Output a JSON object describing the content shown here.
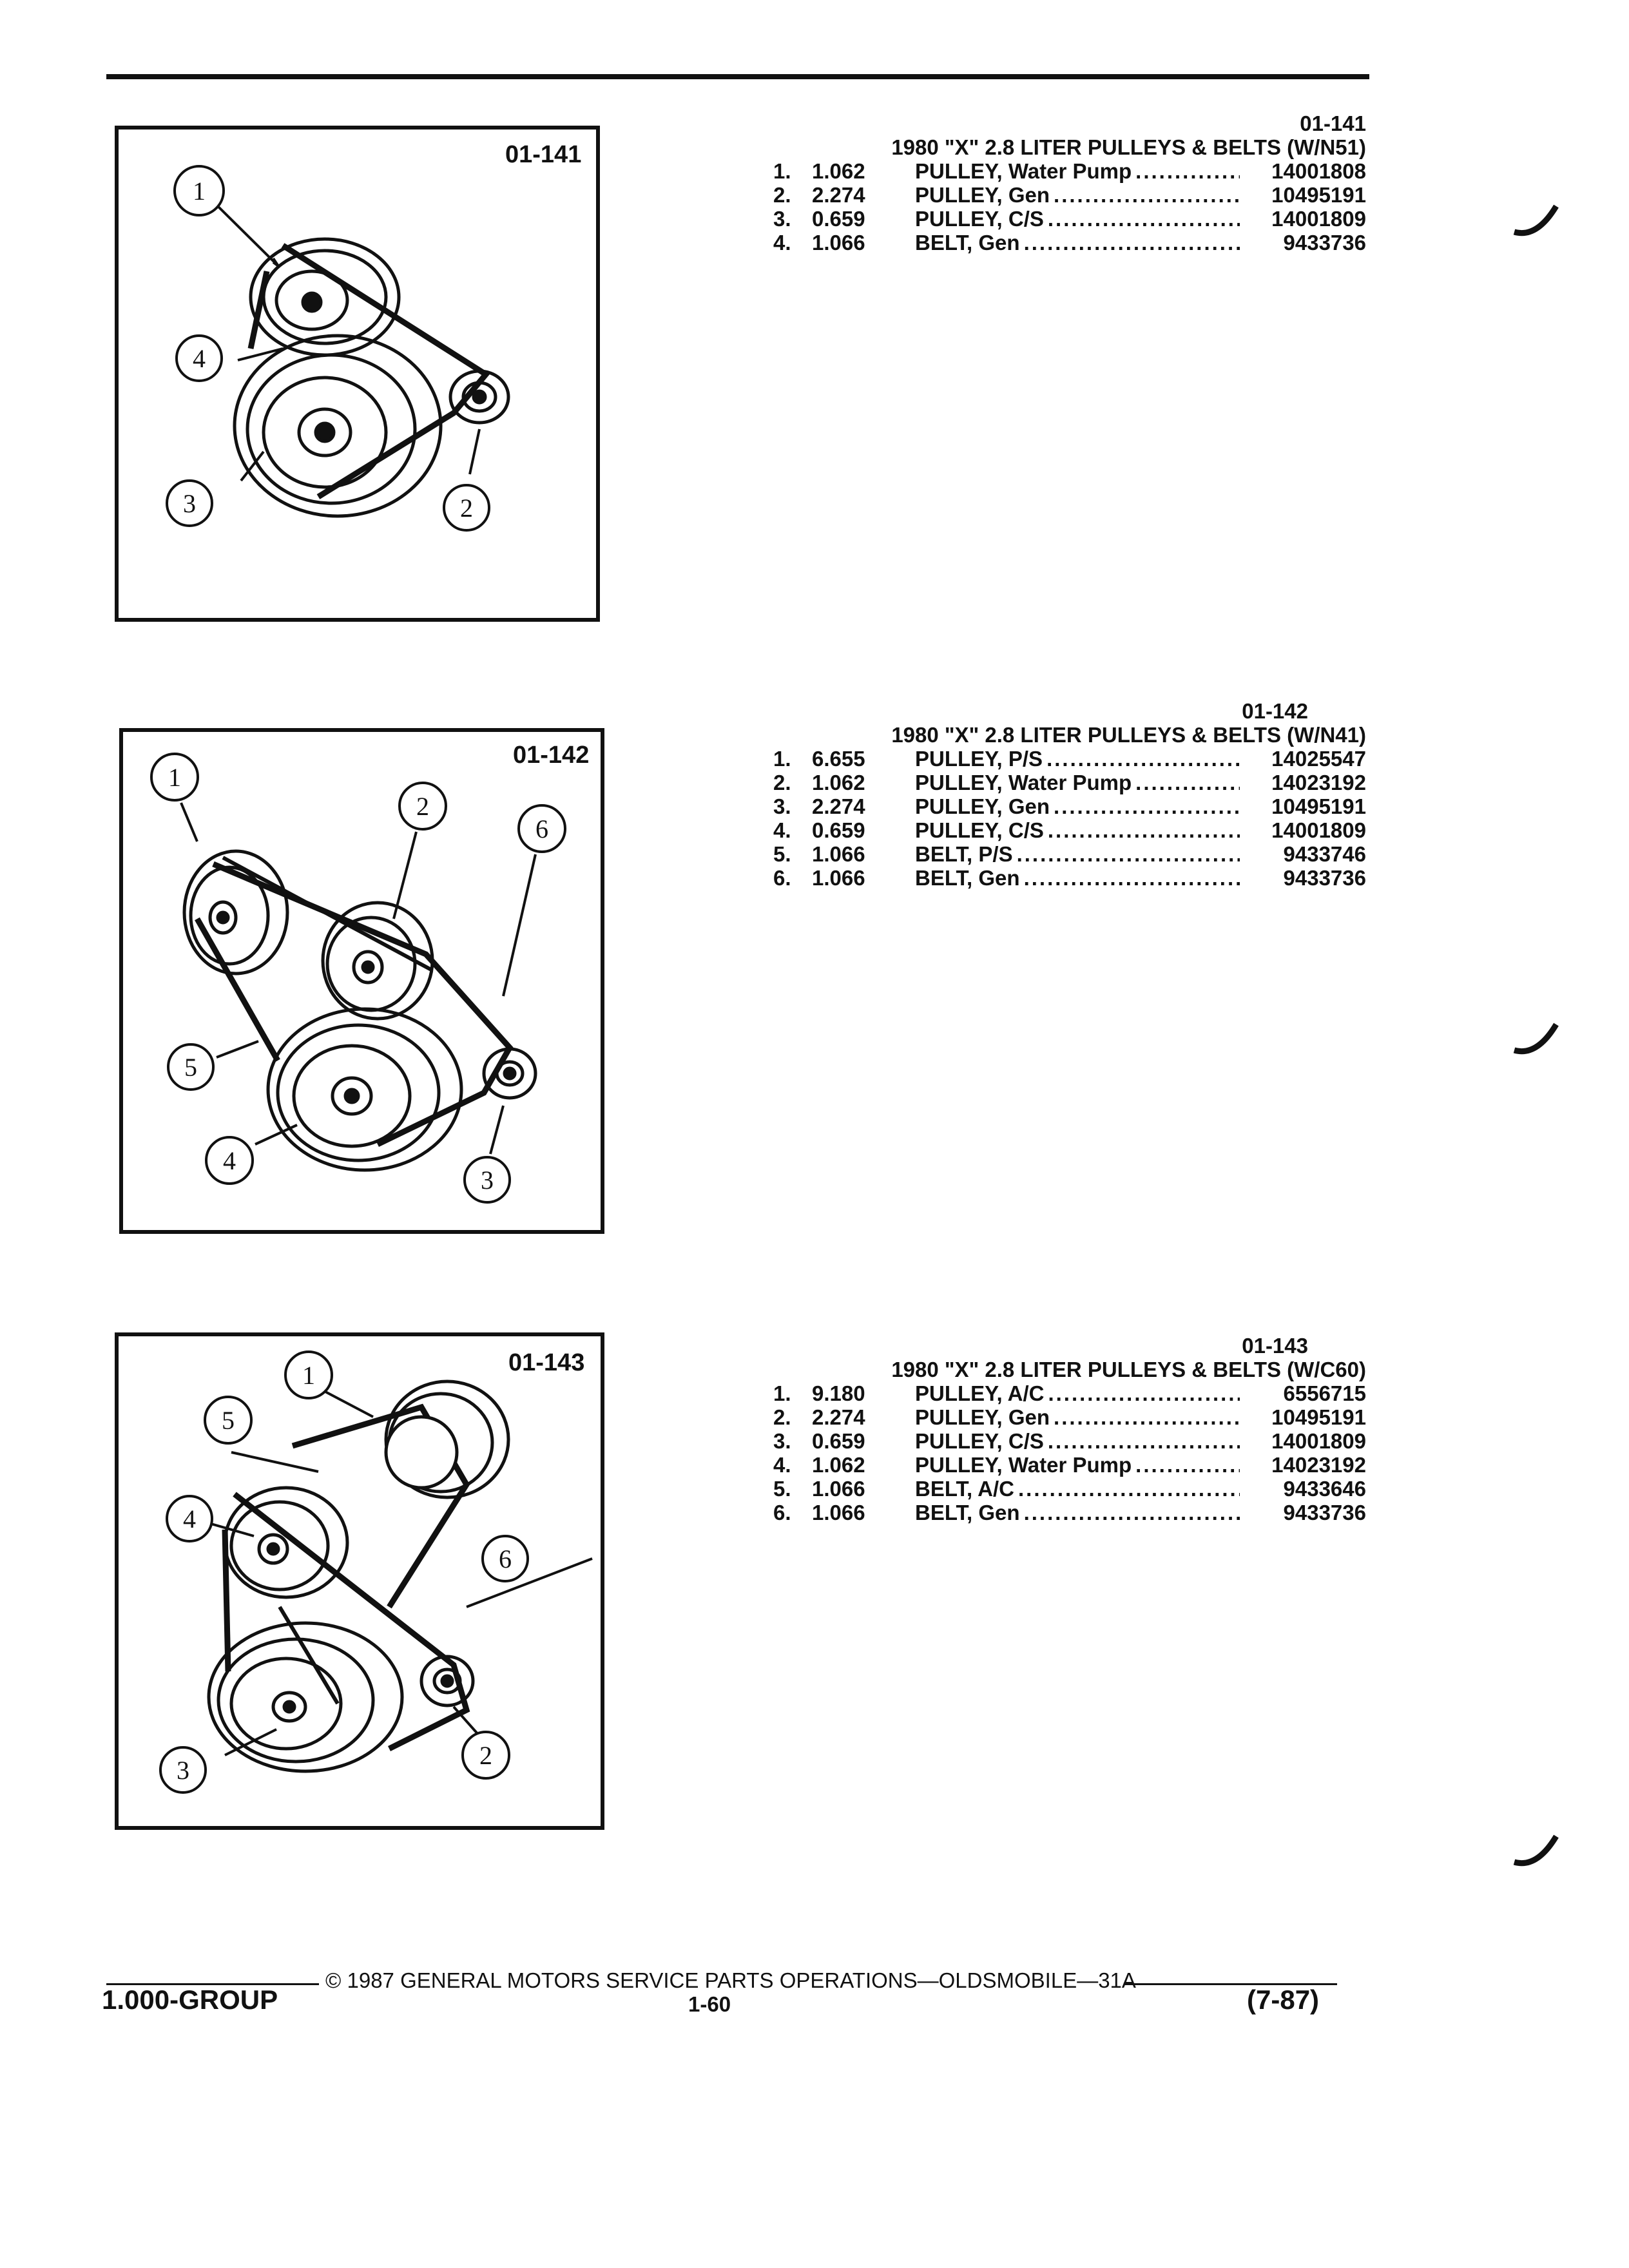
{
  "figures": [
    {
      "id": "01-141",
      "callouts": [
        "1",
        "2",
        "3",
        "4"
      ],
      "heading_id": "01-141",
      "title": "1980 \"X\" 2.8 LITER PULLEYS & BELTS (W/N51)",
      "items": [
        {
          "num": "1.",
          "value": "1.062",
          "desc": "PULLEY, Water Pump",
          "part": "14001808"
        },
        {
          "num": "2.",
          "value": "2.274",
          "desc": "PULLEY, Gen",
          "part": "10495191"
        },
        {
          "num": "3.",
          "value": "0.659",
          "desc": "PULLEY, C/S",
          "part": "14001809"
        },
        {
          "num": "4.",
          "value": "1.066",
          "desc": "BELT, Gen",
          "part": "9433736"
        }
      ]
    },
    {
      "id": "01-142",
      "callouts": [
        "1",
        "2",
        "3",
        "4",
        "5",
        "6"
      ],
      "heading_id": "01-142",
      "title": "1980 \"X\" 2.8 LITER PULLEYS & BELTS (W/N41)",
      "items": [
        {
          "num": "1.",
          "value": "6.655",
          "desc": "PULLEY, P/S",
          "part": "14025547"
        },
        {
          "num": "2.",
          "value": "1.062",
          "desc": "PULLEY, Water Pump",
          "part": "14023192"
        },
        {
          "num": "3.",
          "value": "2.274",
          "desc": "PULLEY, Gen",
          "part": "10495191"
        },
        {
          "num": "4.",
          "value": "0.659",
          "desc": "PULLEY, C/S",
          "part": "14001809"
        },
        {
          "num": "5.",
          "value": "1.066",
          "desc": "BELT, P/S",
          "part": "9433746"
        },
        {
          "num": "6.",
          "value": "1.066",
          "desc": "BELT, Gen",
          "part": "9433736"
        }
      ]
    },
    {
      "id": "01-143",
      "callouts": [
        "1",
        "2",
        "3",
        "4",
        "5",
        "6"
      ],
      "heading_id": "01-143",
      "title": "1980 \"X\" 2.8 LITER PULLEYS & BELTS (W/C60)",
      "items": [
        {
          "num": "1.",
          "value": "9.180",
          "desc": "PULLEY, A/C",
          "part": "6556715"
        },
        {
          "num": "2.",
          "value": "2.274",
          "desc": "PULLEY, Gen",
          "part": "10495191"
        },
        {
          "num": "3.",
          "value": "0.659",
          "desc": "PULLEY, C/S",
          "part": "14001809"
        },
        {
          "num": "4.",
          "value": "1.062",
          "desc": "PULLEY, Water Pump",
          "part": "14023192"
        },
        {
          "num": "5.",
          "value": "1.066",
          "desc": "BELT, A/C",
          "part": "9433646"
        },
        {
          "num": "6.",
          "value": "1.066",
          "desc": "BELT, Gen",
          "part": "9433736"
        }
      ]
    }
  ],
  "footer": {
    "copyright": "© 1987 GENERAL MOTORS SERVICE PARTS OPERATIONS—OLDSMOBILE—31A",
    "group": "1.000-GROUP",
    "page": "1-60",
    "date": "(7-87)"
  }
}
